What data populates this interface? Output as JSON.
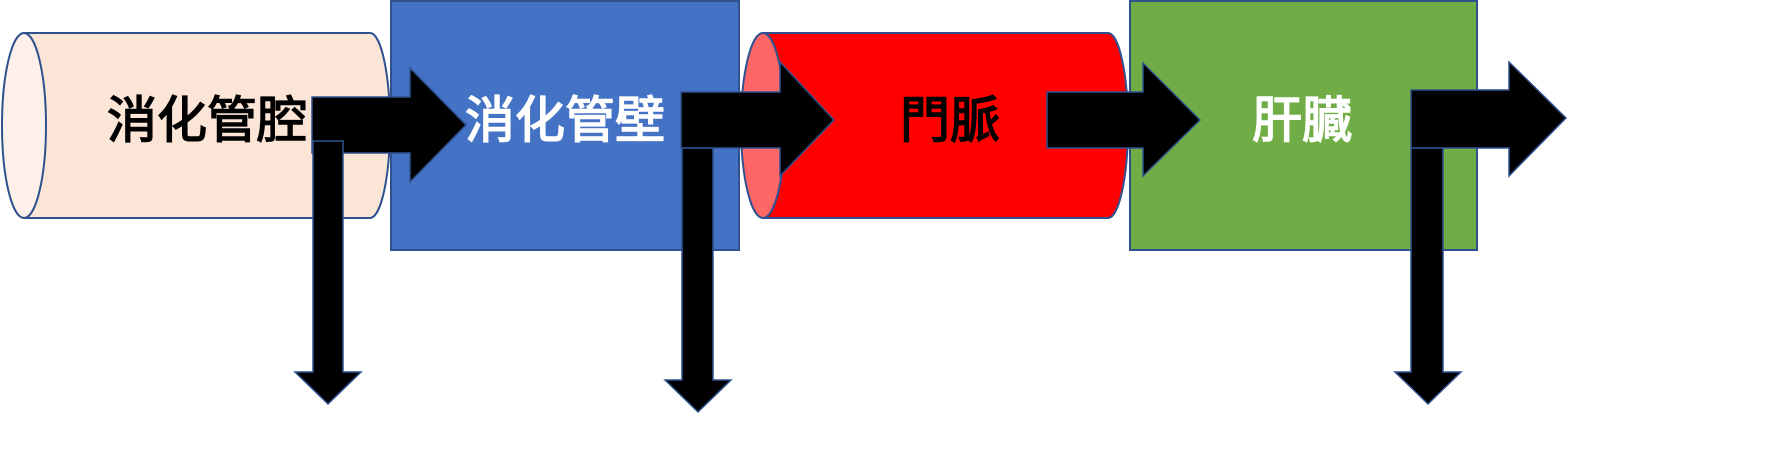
{
  "nodes": [
    {
      "label": "消化管腔",
      "shape": "cylinder",
      "fill": "#FBE5D6",
      "cap_fill": "#FDF0E9",
      "text_color": "#000000"
    },
    {
      "label": "消化管壁",
      "shape": "rectangle",
      "fill": "#4472C4",
      "text_color": "#FFFFFF"
    },
    {
      "label": "門脈",
      "shape": "cylinder",
      "fill": "#FF0000",
      "cap_fill": "#FF6666",
      "text_color": "#000000"
    },
    {
      "label": "肝臓",
      "shape": "rectangle",
      "fill": "#70AD47",
      "text_color": "#FFFFFF"
    }
  ],
  "colors": {
    "stroke": "#2F528F",
    "arrow": "#000000"
  }
}
